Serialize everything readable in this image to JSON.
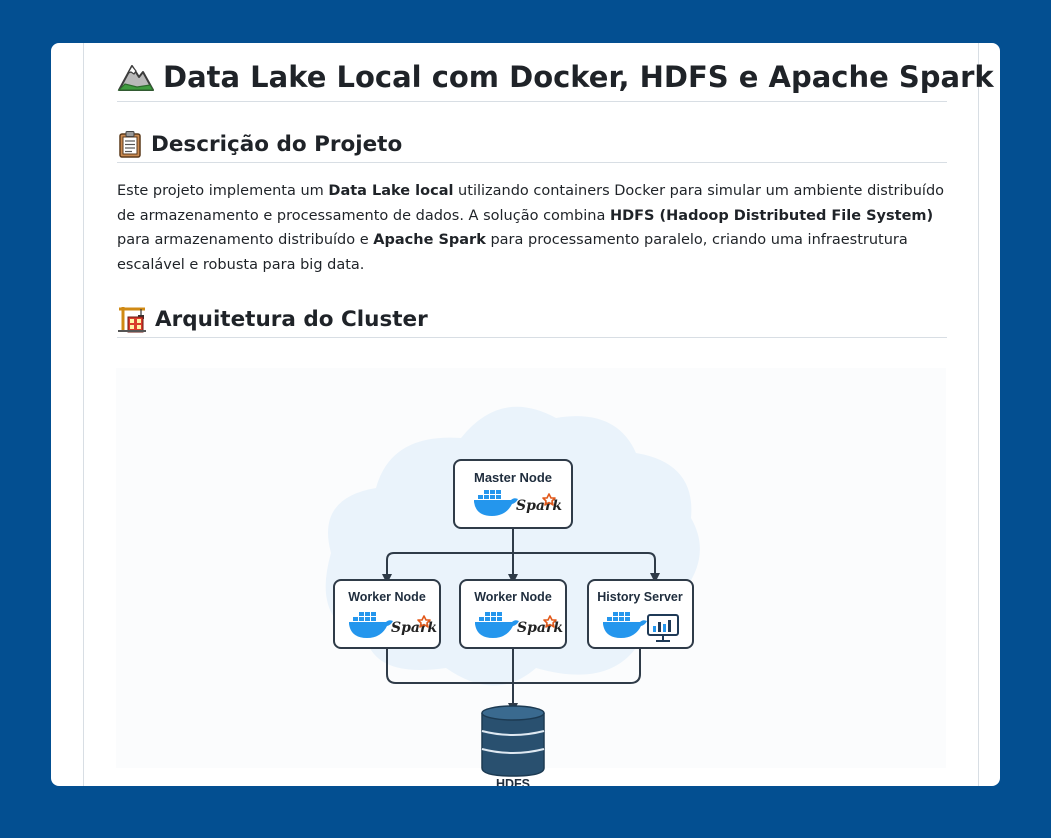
{
  "title": "Data Lake Local com Docker, HDFS e Apache Spark",
  "title_icon": "mountain-icon",
  "section1": {
    "heading": "Descrição do Projeto",
    "icon": "clipboard-icon",
    "paragraph": [
      {
        "text": "Este projeto implementa um ",
        "bold": false
      },
      {
        "text": "Data Lake local",
        "bold": true
      },
      {
        "text": " utilizando containers Docker para simular um ambiente distribuído de armazenamento e processamento de dados. A solução combina ",
        "bold": false
      },
      {
        "text": "HDFS (Hadoop Distributed File System)",
        "bold": true
      },
      {
        "text": " para armazenamento distribuído e ",
        "bold": false
      },
      {
        "text": "Apache Spark",
        "bold": true
      },
      {
        "text": " para processamento paralelo, criando uma infraestrutura escalável e robusta para big data.",
        "bold": false
      }
    ]
  },
  "section2": {
    "heading": "Arquitetura do Cluster",
    "icon": "building-construction-icon"
  },
  "diagram": {
    "master": {
      "label": "Master Node",
      "logo": "Spark"
    },
    "worker1": {
      "label": "Worker Node",
      "logo": "Spark"
    },
    "worker2": {
      "label": "Worker Node",
      "logo": "Spark"
    },
    "history": {
      "label": "History Server"
    },
    "storage": {
      "label": "HDFS"
    }
  },
  "colors": {
    "background": "#034f91",
    "card": "#ffffff",
    "cloud": "#eaf3fb",
    "docker_blue": "#2496ed",
    "db_blue": "#29506f",
    "spark_orange": "#e25a1c",
    "node_border": "#2f3b48"
  }
}
